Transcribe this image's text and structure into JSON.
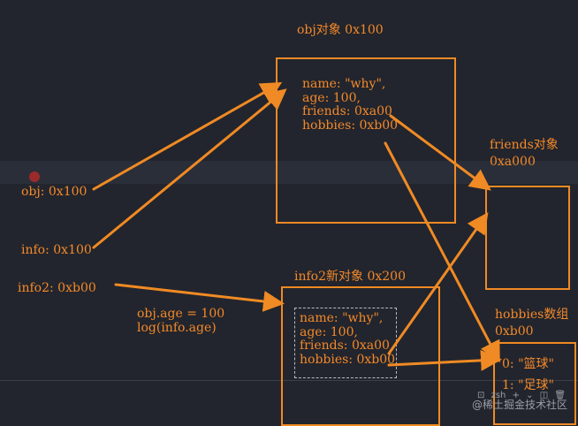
{
  "colors": {
    "background": "#22252d",
    "accent": "#f08a24",
    "text": "#f4892a",
    "dashed_border": "#b9bcc4"
  },
  "obj_box": {
    "title": "obj对象 0x100",
    "lines": [
      "name: \"why\",",
      "age: 100,",
      "friends: 0xa00",
      "hobbies: 0xb00"
    ]
  },
  "friends_box": {
    "title_line1": "friends对象",
    "title_line2": "0xa000"
  },
  "info2_box": {
    "title": "info2新对象 0x200",
    "lines": [
      "name: \"why\",",
      "age: 100,",
      "friends: 0xa00",
      "hobbies: 0xb00"
    ]
  },
  "hobbies_box": {
    "title_line1": "hobbies数组",
    "title_line2": "0xb00",
    "items": [
      "0: \"篮球\"",
      "1: \"足球\""
    ]
  },
  "variables": {
    "obj": "obj: 0x100",
    "info": "info: 0x100",
    "info2": "info2: 0xb00"
  },
  "code": {
    "line1": "obj.age = 100",
    "line2": "log(info.age)"
  },
  "terminal": {
    "icon": "terminal-icon",
    "label": "zsh",
    "plus": "+",
    "chevron": "⌄",
    "split": "◫",
    "trash": "🗑"
  },
  "watermark": "@稀土掘金技术社区"
}
